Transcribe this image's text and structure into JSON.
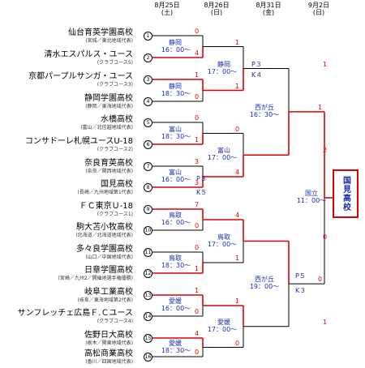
{
  "dates": [
    {
      "d": "8月25日",
      "w": "(土)"
    },
    {
      "d": "8月26日",
      "w": "(日)"
    },
    {
      "d": "8月31日",
      "w": "(金)"
    },
    {
      "d": "9月2日",
      "w": "(日)"
    }
  ],
  "teams": [
    {
      "seed": "1",
      "name": "仙台育英学園高校",
      "sub": "(宮城／東北地域代表)"
    },
    {
      "seed": "2",
      "name": "清水エスパルス・ユース",
      "sub": "(クラブユース5)"
    },
    {
      "seed": "3",
      "name": "京都パープルサンガ・ユース",
      "sub": "(クラブユース3)"
    },
    {
      "seed": "4",
      "name": "静岡学園高校",
      "sub": "(静岡／東海地域代表)"
    },
    {
      "seed": "5",
      "name": "水橋高校",
      "sub": "(富山／北信越地域代表)"
    },
    {
      "seed": "6",
      "name": "コンサドーレ札幌ユースU-18",
      "sub": "(クラブユース2)"
    },
    {
      "seed": "7",
      "name": "奈良育英高校",
      "sub": "(奈良／関西地域代表)"
    },
    {
      "seed": "8",
      "name": "国見高校",
      "sub": "(長崎／九州地域第1代表)"
    },
    {
      "seed": "9",
      "name": "ＦＣ東京Ｕ-18",
      "sub": "(クラブユース1)"
    },
    {
      "seed": "10",
      "name": "駒大苫小牧高校",
      "sub": "(北海道／北海道地域代表)"
    },
    {
      "seed": "11",
      "name": "多々良学園高校",
      "sub": "(山口／中国地域代表)"
    },
    {
      "seed": "12",
      "name": "日章学園高校",
      "sub": "(宮崎／九州2／開催地選手権優勝)"
    },
    {
      "seed": "13",
      "name": "岐阜工業高校",
      "sub": "(岐阜／東海地域第2代表)"
    },
    {
      "seed": "14",
      "name": "サンフレッチェ広島Ｆ.Ｃユース",
      "sub": "(クラブユース4)"
    },
    {
      "seed": "15",
      "name": "佐野日大高校",
      "sub": "(栃木／関東地域代表)"
    },
    {
      "seed": "16",
      "name": "高松商業高校",
      "sub": "(香川／四国地域代表)"
    }
  ],
  "r1_venues": [
    {
      "place": "静岡",
      "time": "16：00〜"
    },
    {
      "place": "静岡",
      "time": "18：30〜"
    },
    {
      "place": "富山",
      "time": "18：30〜"
    },
    {
      "place": "富山",
      "time": "16：00〜"
    },
    {
      "place": "鳥取",
      "time": "16：00〜"
    },
    {
      "place": "鳥取",
      "time": "18：30〜"
    },
    {
      "place": "愛媛",
      "time": "16：00〜"
    },
    {
      "place": "愛媛",
      "time": "18：30〜"
    }
  ],
  "r2_venues": [
    {
      "place": "静岡",
      "time": "17：00〜"
    },
    {
      "place": "富山",
      "time": "17：00〜"
    },
    {
      "place": "鳥取",
      "time": "17：00〜"
    },
    {
      "place": "愛媛",
      "time": "17：00〜"
    }
  ],
  "sf_venues": [
    {
      "place": "西が丘",
      "time": "16：30〜"
    },
    {
      "place": "西が丘",
      "time": "19：00〜"
    }
  ],
  "final_venue": {
    "place": "国立",
    "time": "11：00〜"
  },
  "champion": "国見高校",
  "r1_scores": [
    [
      "0",
      "4"
    ],
    [
      "1",
      "0"
    ],
    [
      "0",
      "1"
    ],
    [
      "3",
      "3"
    ],
    [
      "7",
      "0"
    ],
    [
      "0",
      "1"
    ],
    [
      "1",
      "0"
    ],
    [
      "4",
      "0"
    ]
  ],
  "r1_pk": [
    "",
    "",
    "",
    "P３\nK５",
    "",
    "",
    "",
    ""
  ],
  "r2_scores": [
    [
      "1",
      "1"
    ],
    [
      "0",
      "4"
    ],
    [
      "4",
      "1"
    ],
    [
      "1",
      "0"
    ]
  ],
  "r2_pk": [
    "P３\nK４",
    "",
    "",
    ""
  ],
  "sf_scores": [
    [
      "1",
      "2"
    ],
    [
      "0",
      "1"
    ]
  ],
  "sf_pk": [
    "",
    "P５\nK３"
  ],
  "final_scores": [
    "1",
    "0"
  ]
}
